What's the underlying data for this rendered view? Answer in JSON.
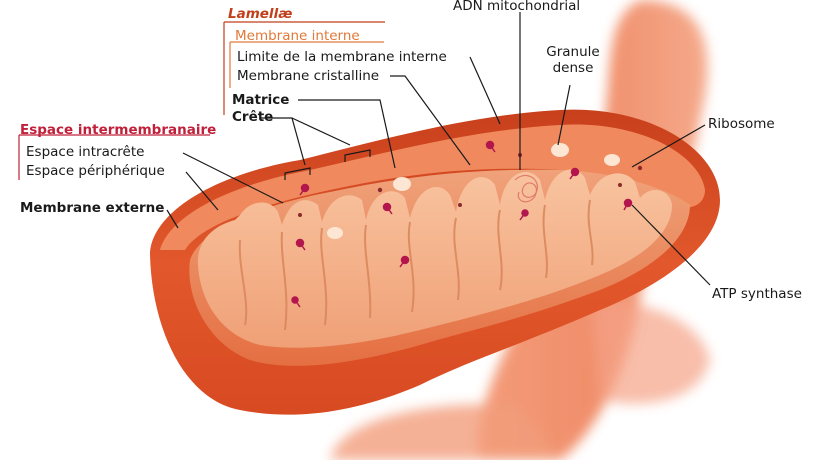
{
  "labels": {
    "lamellae": "Lamellæ",
    "membrane_interne": "Membrane interne",
    "limite_membrane_interne": "Limite de la membrane interne",
    "membrane_cristalline": "Membrane cristalline",
    "matrice": "Matrice",
    "crete": "Crête",
    "espace_intermembranaire": "Espace intermembranaire",
    "espace_intracrete": "Espace intracrête",
    "espace_peripherique": "Espace périphérique",
    "membrane_externe": "Membrane externe",
    "adn_mitochondrial": "ADN mitochondrial",
    "granule_line1": "Granule",
    "granule_line2": "dense",
    "ribosome": "Ribosome",
    "atp_synthase": "ATP synthase"
  },
  "colors": {
    "outer_membrane": "#e0542a",
    "inner_fill": "#f4a87a",
    "matrix_fill": "#f6b58b",
    "background_tube": "#ef7d56",
    "lamellae_text": "#c1401a",
    "membrane_interne_text": "#e07a3a",
    "espace_text": "#c0203a",
    "atp_synthase_dots": "#b3164d"
  }
}
